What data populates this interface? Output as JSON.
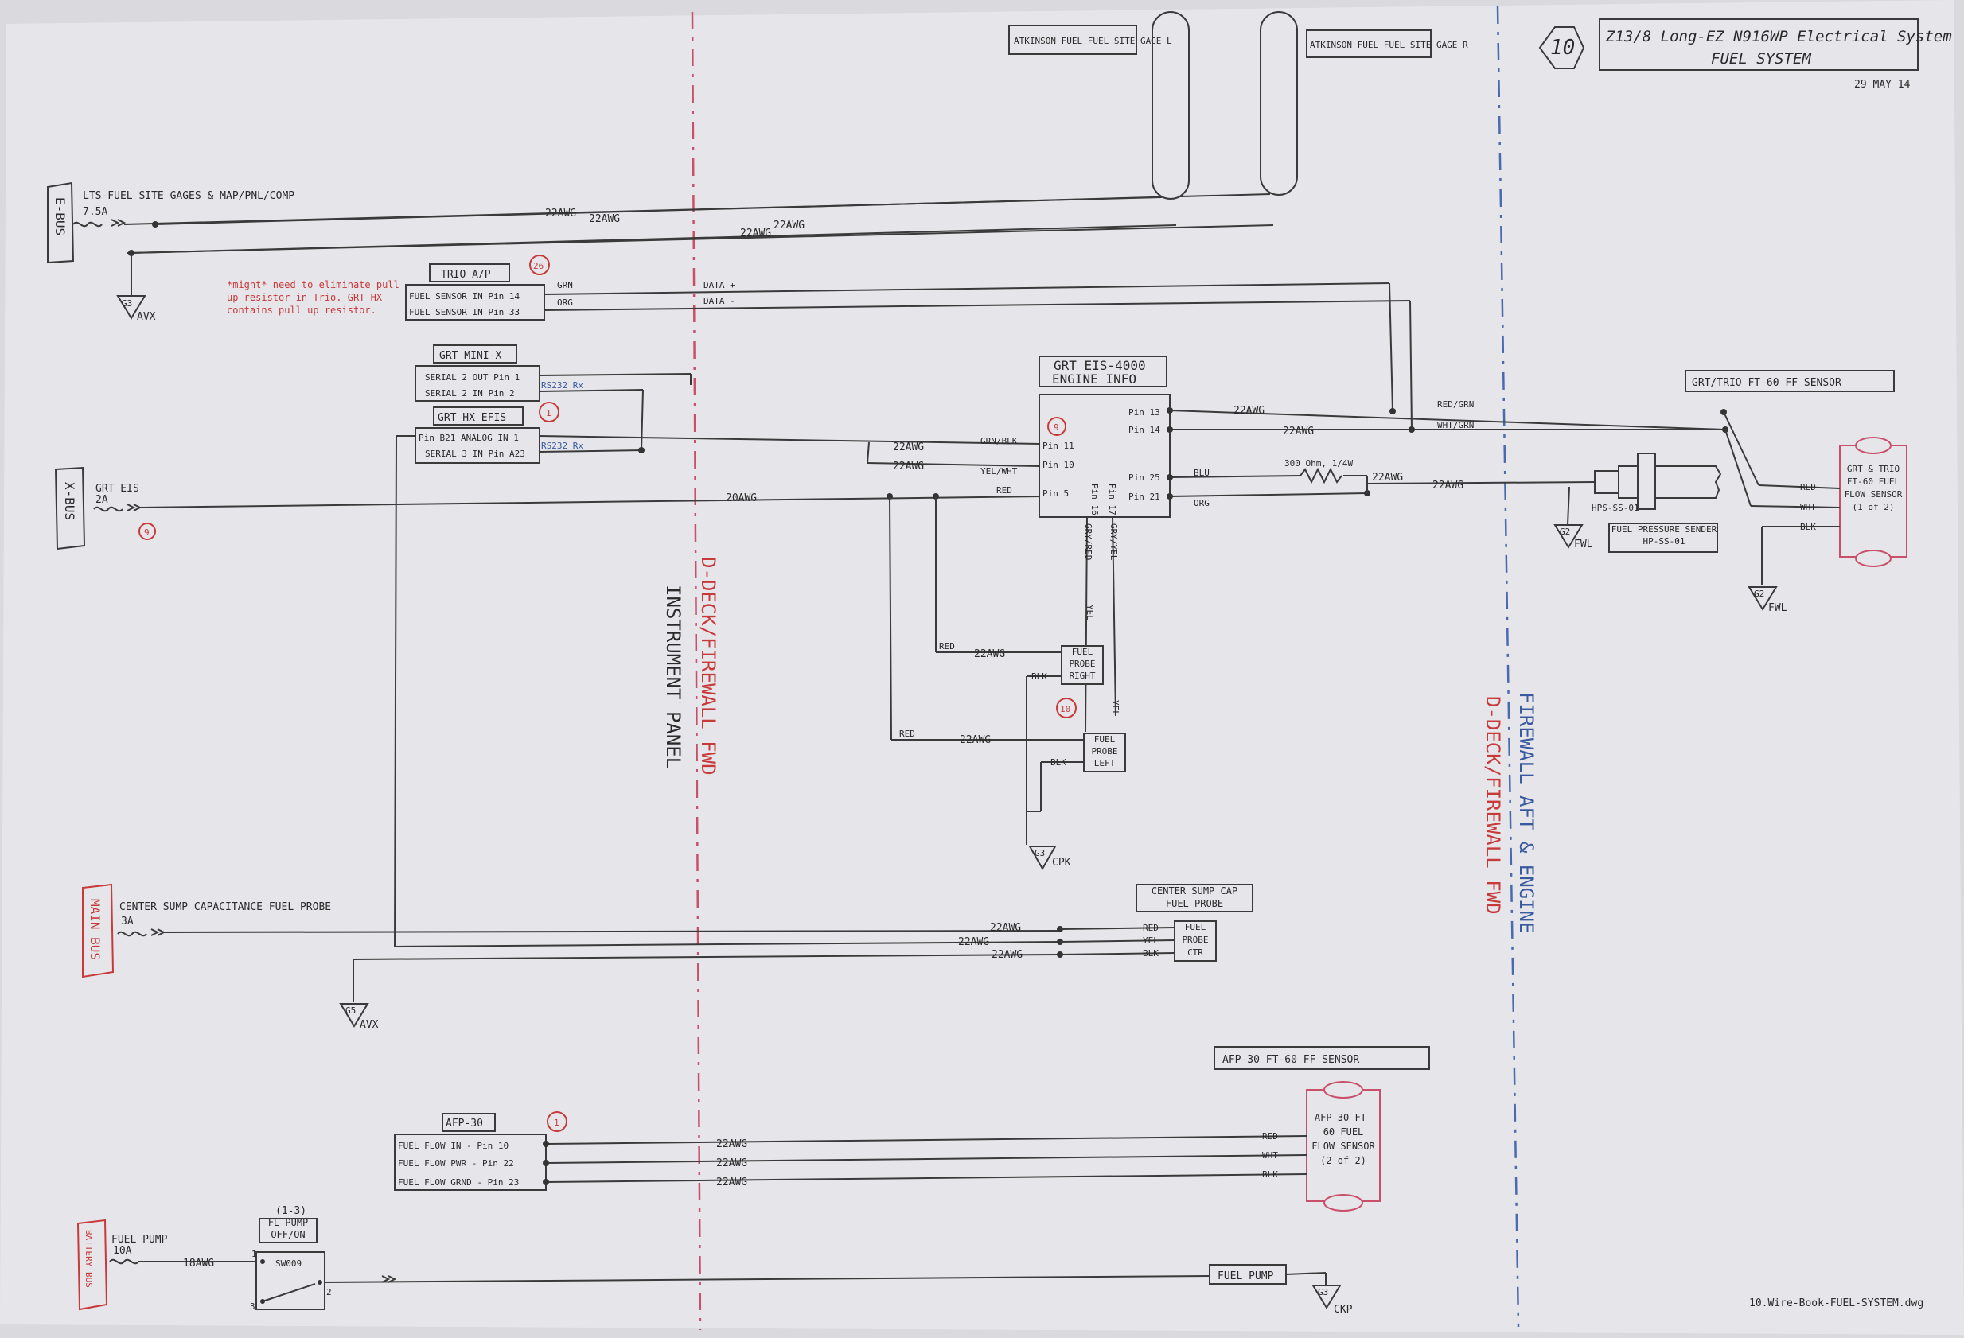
{
  "title_block": {
    "sheet_number": "10",
    "title": "Z13/8 Long-EZ N916WP Electrical System",
    "subtitle": "FUEL SYSTEM",
    "date": "29 MAY 14",
    "file_name": "10.Wire-Book-FUEL-SYSTEM.dwg"
  },
  "zones": {
    "left_line": "D-DECK/FIREWALL FWD",
    "instrument_panel": "INSTRUMENT PANEL",
    "right_line_a": "D-DECK/FIREWALL FWD",
    "right_line_b": "FIREWALL AFT & ENGINE"
  },
  "buses": {
    "ebus": "E-BUS",
    "xbus": "X-BUS",
    "mainbus": "MAIN BUS",
    "batterybus": "BATTERY BUS"
  },
  "circuits": {
    "lts": "LTS-FUEL SITE GAGES & MAP/PNL/COMP",
    "lts_amps": "7.5A",
    "grt_eis": "GRT EIS",
    "grt_eis_amps": "2A",
    "center_sump": "CENTER SUMP CAPACITANCE FUEL PROBE",
    "center_sump_amps": "3A",
    "fuel_pump": "FUEL PUMP",
    "fuel_pump_amps": "10A"
  },
  "grounds": {
    "g3_avx": "G3",
    "avx": "AVX",
    "g5_avx": "G5",
    "g2_fwl_a": "G2",
    "g2_fwl_b": "G2",
    "fwl": "FWL",
    "g3_cpk": "G3",
    "cpk": "CPK",
    "g3_ckp": "G3",
    "ckp": "CKP"
  },
  "gages": {
    "left": "ATKINSON FUEL FUEL SITE GAGE L",
    "right": "ATKINSON FUEL FUEL SITE GAGE R"
  },
  "trio": {
    "title": "TRIO A/P",
    "badge": "26",
    "row1": "FUEL SENSOR IN   Pin 14",
    "row2": "FUEL SENSOR IN   Pin 33",
    "note": "*might* need to eliminate pull up resistor in Trio. GRT HX contains pull up resistor."
  },
  "minix": {
    "title": "GRT MINI-X",
    "row1": "SERIAL 2 OUT   Pin 1",
    "row2": "SERIAL 2 IN   Pin 2"
  },
  "hxefis": {
    "title": "GRT HX EFIS",
    "badge": "1",
    "row1": "Pin B21 ANALOG IN 1",
    "row2": "SERIAL 3 IN Pin A23"
  },
  "eis": {
    "title": "GRT EIS-4000",
    "subtitle": "ENGINE INFO",
    "badge": "9",
    "pins": [
      "Pin 13",
      "Pin 14",
      "Pin 11",
      "Pin 10",
      "Pin 5",
      "Pin 25",
      "Pin 21",
      "Pin 16",
      "Pin 17"
    ]
  },
  "ft60_grt": {
    "title": "GRT/TRIO FT-60 FF SENSOR",
    "body": "GRT & TRIO FT-60 FUEL FLOW SENSOR (1 of 2)"
  },
  "pressure": {
    "part": "HPS-SS-01",
    "label": "FUEL PRESSURE SENDER HP-SS-01",
    "resistor": "300 Ohm, 1/4W"
  },
  "probes": {
    "right": "FUEL PROBE RIGHT",
    "left": "FUEL PROBE LEFT",
    "badge": "10",
    "center_title": "CENTER SUMP CAP FUEL PROBE",
    "center": "FUEL PROBE CTR"
  },
  "afp": {
    "sensor_title": "AFP-30 FT-60 FF SENSOR",
    "sensor_body": "AFP-30 FT-60 FUEL FLOW SENSOR (2 of 2)",
    "title": "AFP-30",
    "badge": "1",
    "row1": "FUEL FLOW IN - Pin 10",
    "row2": "FUEL FLOW PWR - Pin 22",
    "row3": "FUEL FLOW GRND - Pin 23"
  },
  "pump": {
    "switch_ref": "(1-3)",
    "switch_title": "FL PUMP OFF/ON",
    "switch_id": "SW009",
    "load": "FUEL PUMP",
    "wire": "18AWG"
  },
  "wire_labels": {
    "awg22": "22AWG",
    "awg20": "20AWG",
    "data_plus": "DATA +",
    "data_minus": "DATA -",
    "grn": "GRN",
    "org": "ORG",
    "red_grn": "RED/GRN",
    "wht_grn": "WHT/GRN",
    "grn_blk": "GRN/BLK",
    "yel_wht": "YEL/WHT",
    "red": "RED",
    "blu": "BLU",
    "wht": "WHT",
    "blk": "BLK",
    "yel": "YEL",
    "gry_red": "GRY/RED",
    "gry_yel": "GRY/YEL",
    "rs232": "RS232 Rx"
  },
  "colors": {
    "paper": "#e6e6ea",
    "line": "#3a3a3a",
    "red_note": "#c83a3a",
    "blue_divider": "#4a6ab0",
    "red_divider": "#c8506a"
  }
}
